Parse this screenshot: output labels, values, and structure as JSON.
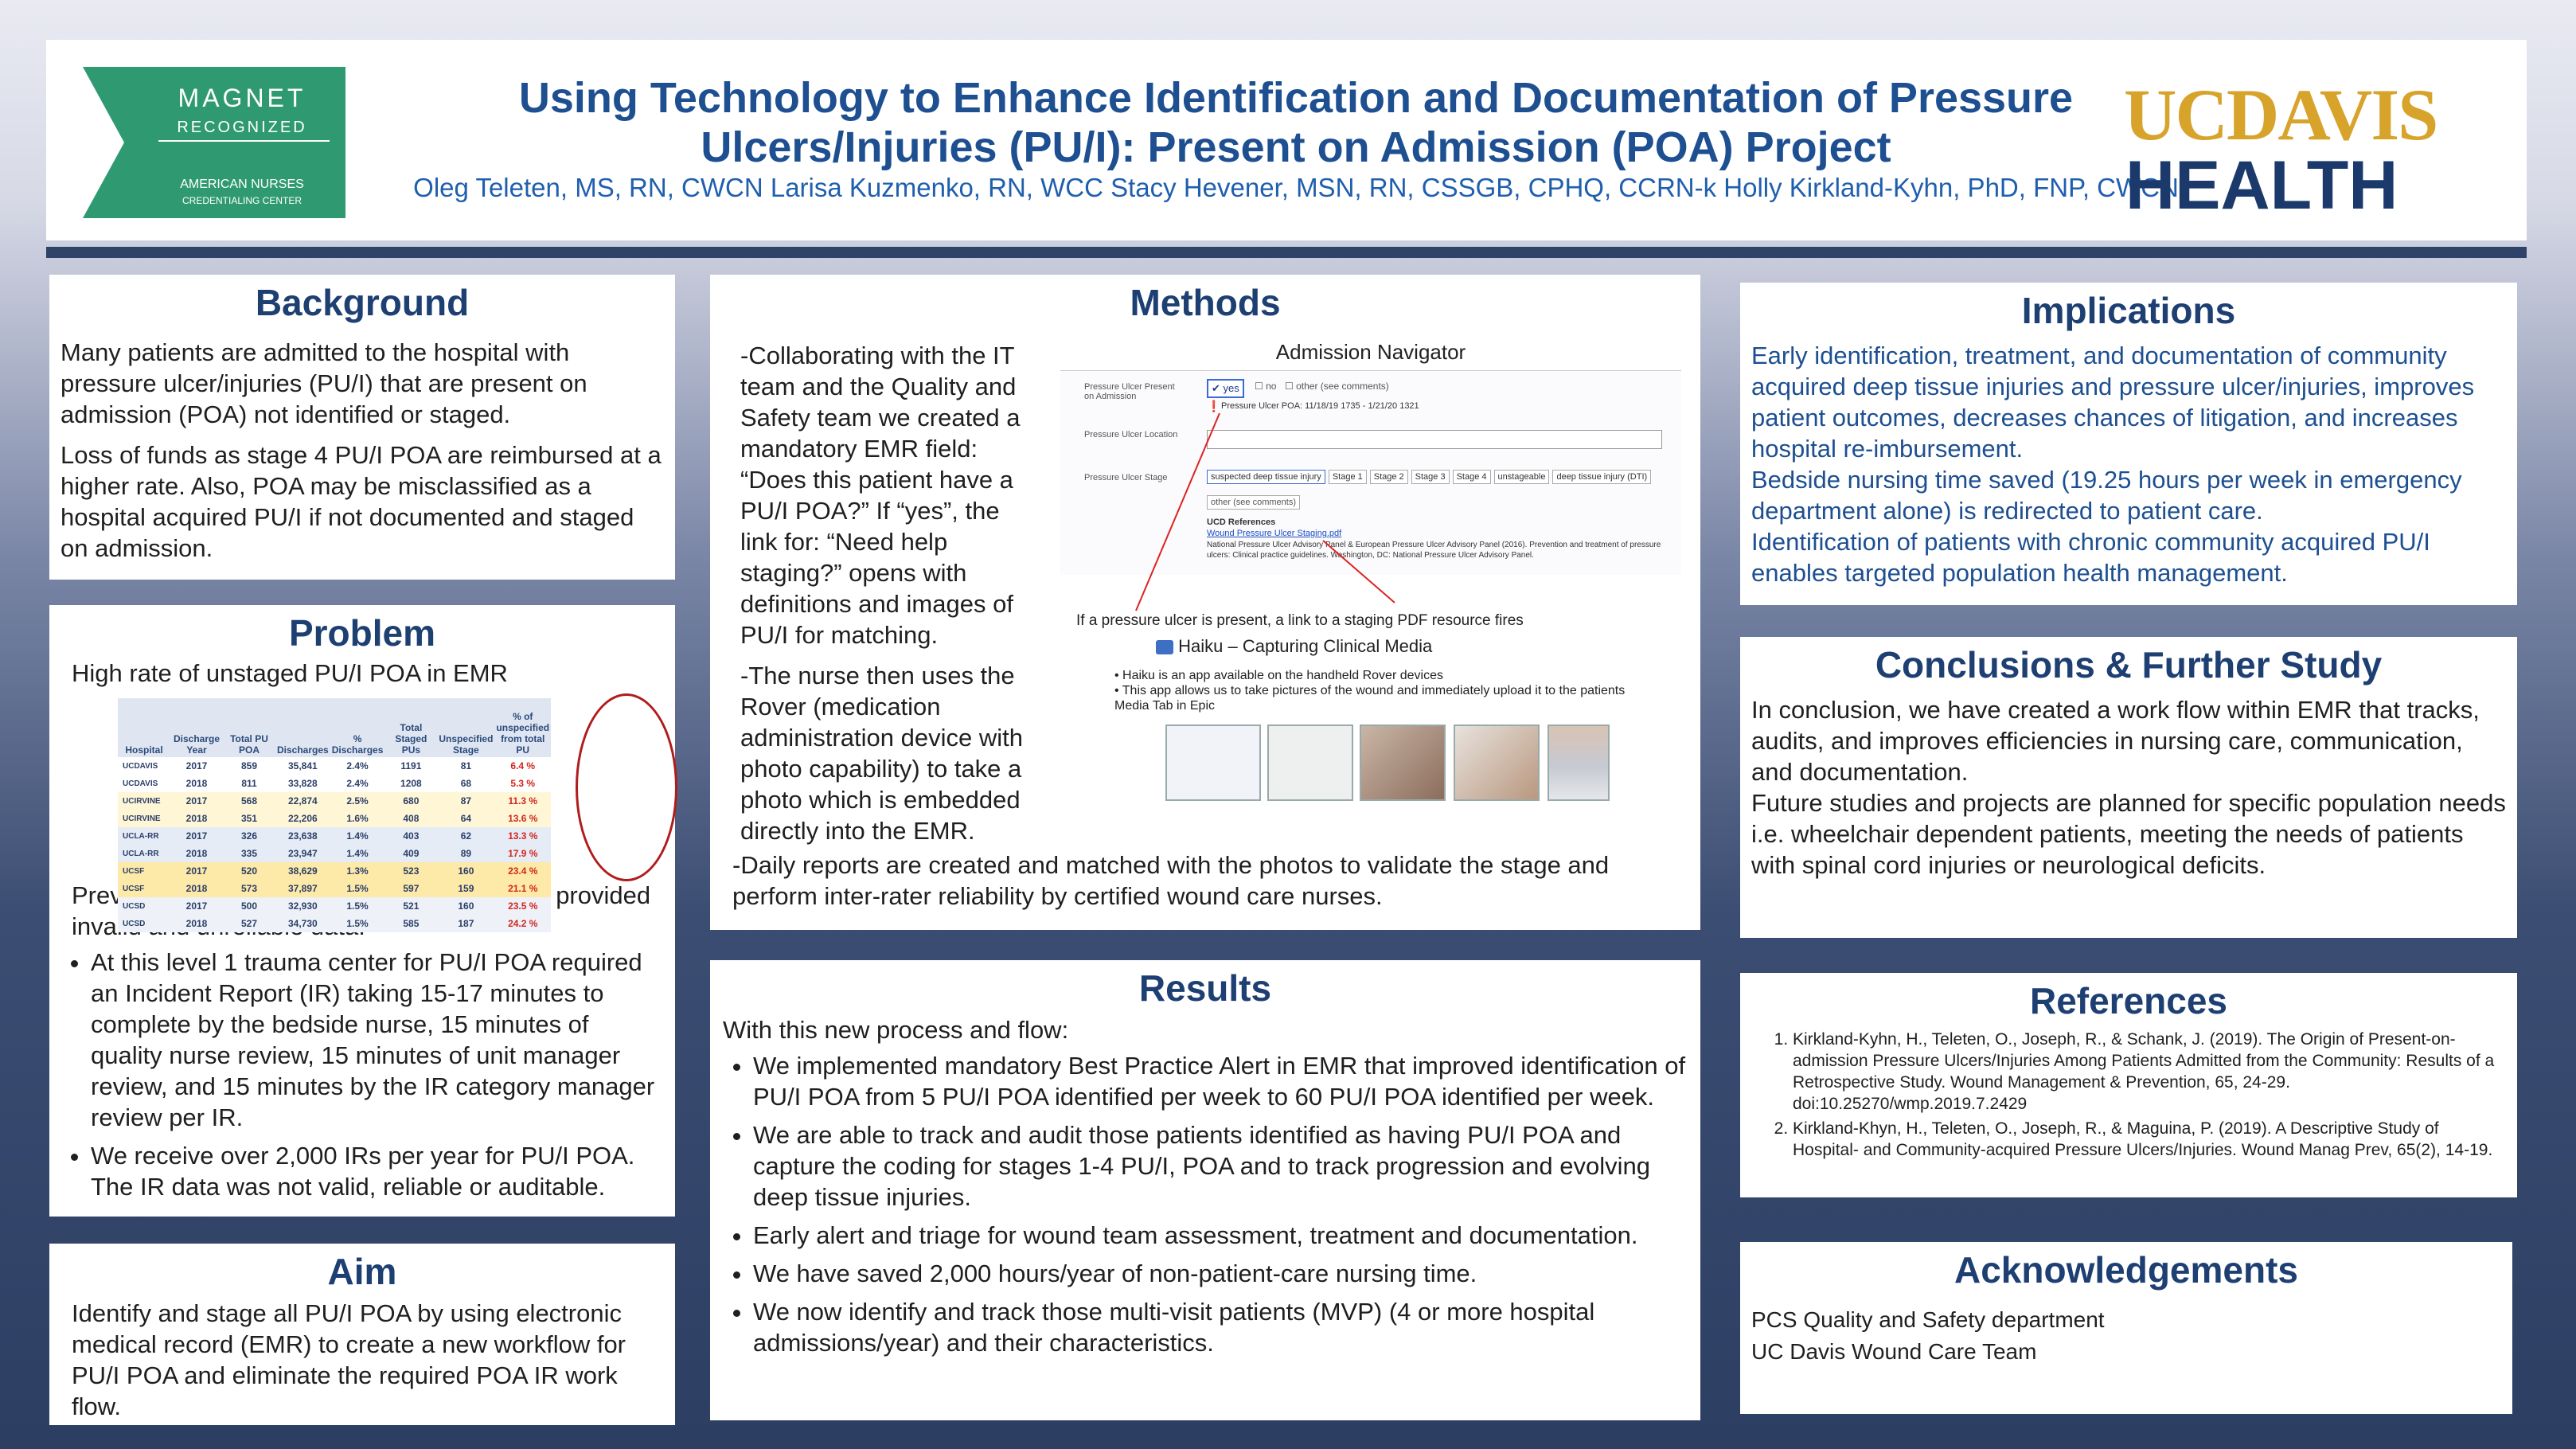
{
  "header": {
    "title": "Using Technology to Enhance Identification and Documentation of Pressure Ulcers/Injuries (PU/I): Present on Admission (POA) Project",
    "authors": "Oleg Teleten, MS, RN, CWCN  Larisa Kuzmenko, RN, WCC  Stacy Hevener, MSN, RN, CSSGB, CPHQ, CCRN-k  Holly Kirkland-Kyhn, PhD, FNP, CWCN",
    "magnet_logo_text": [
      "MAGNET",
      "RECOGNIZED",
      "AMERICAN NURSES",
      "CREDENTIALING CENTER"
    ],
    "ucd_logo": [
      "UCDAVIS",
      "HEALTH"
    ]
  },
  "background": {
    "heading": "Background",
    "p1": "Many patients are admitted to the hospital with pressure ulcer/injuries (PU/I) that are present on admission (POA) not identified or staged.",
    "p2": "Loss of funds as stage 4 PU/I POA are reimbursed at a higher rate. Also,  POA may be misclassified as a hospital acquired PU/I if not documented and staged on admission."
  },
  "problem": {
    "heading": "Problem",
    "intro": "High rate of unstaged PU/I POA in EMR",
    "table": {
      "headers": [
        "Hospital",
        "Discharge Year",
        "Total PU POA",
        "Discharges",
        "% Discharges",
        "Total Staged PUs",
        "Unspecified Stage",
        "% of unspecified from total PU"
      ],
      "rows": [
        [
          "UCDAVIS",
          "2017",
          "859",
          "35,841",
          "2.4%",
          "1191",
          "81",
          "6.4 %"
        ],
        [
          "UCDAVIS",
          "2018",
          "811",
          "33,828",
          "2.4%",
          "1208",
          "68",
          "5.3 %"
        ],
        [
          "UCIRVINE",
          "2017",
          "568",
          "22,874",
          "2.5%",
          "680",
          "87",
          "11.3 %"
        ],
        [
          "UCIRVINE",
          "2018",
          "351",
          "22,206",
          "1.6%",
          "408",
          "64",
          "13.6 %"
        ],
        [
          "UCLA-RR",
          "2017",
          "326",
          "23,638",
          "1.4%",
          "403",
          "62",
          "13.3 %"
        ],
        [
          "UCLA-RR",
          "2018",
          "335",
          "23,947",
          "1.4%",
          "409",
          "89",
          "17.9 %"
        ],
        [
          "UCSF",
          "2017",
          "520",
          "38,629",
          "1.3%",
          "523",
          "160",
          "23.4 %"
        ],
        [
          "UCSF",
          "2018",
          "573",
          "37,897",
          "1.5%",
          "597",
          "159",
          "21.1 %"
        ],
        [
          "UCSD",
          "2017",
          "500",
          "32,930",
          "1.5%",
          "521",
          "160",
          "23.5 %"
        ],
        [
          "UCSD",
          "2018",
          "527",
          "34,730",
          "1.5%",
          "585",
          "187",
          "24.2 %"
        ]
      ]
    },
    "after_table": "Previous workflow was time consuming and provided invalid and unreliable data:",
    "bullets": [
      "At this level 1 trauma center for PU/I POA required an Incident Report (IR) taking 15-17 minutes to complete by the bedside nurse, 15 minutes of quality nurse review, 15 minutes of unit manager review, and 15 minutes by the IR category manager review per IR.",
      "We receive over 2,000 IRs per year for PU/I POA. The IR data was not valid, reliable or auditable."
    ]
  },
  "aim": {
    "heading": "Aim",
    "text": "Identify and stage all PU/I POA by using electronic medical record (EMR)  to create a new workflow for PU/I POA and eliminate the required POA IR work flow."
  },
  "methods": {
    "heading": "Methods",
    "p1": "-Collaborating with the IT team and the Quality and Safety team we created a mandatory EMR field: “Does this patient have a PU/I POA?”  If “yes”, the link for: “Need help staging?” opens with definitions and images of PU/I for matching.",
    "p2": "-The nurse then uses the Rover (medication administration device with photo capability) to take a photo which is embedded directly into the EMR.",
    "p3": "-Daily reports are created and matched with the photos to validate the stage and perform inter-rater reliability by certified wound care nurses.",
    "nav": {
      "title": "Admission Navigator",
      "row1_label": "Pressure Ulcer Present on Admission",
      "yes": "yes",
      "no": "no",
      "other": "other (see comments)",
      "poa_note": "Pressure Ulcer POA: 11/18/19 1735 - 1/21/20 1321",
      "location_label": "Pressure Ulcer Location",
      "stage_label": "Pressure Ulcer Stage",
      "stages": [
        "suspected deep tissue injury",
        "Stage 1",
        "Stage 2",
        "Stage 3",
        "Stage 4",
        "unstageable",
        "deep tissue injury (DTI)"
      ],
      "other_comments": "other (see comments)",
      "refs_head": "UCD References",
      "refs_link": "Wound Pressure Ulcer Staging.pdf",
      "refs_text": "National Pressure Ulcer Advisory Panel & European Pressure Ulcer Advisory Panel (2016). Prevention and treatment of pressure ulcers: Clinical practice guidelines. Washington, DC: National Pressure Ulcer Advisory Panel.",
      "caption": "If a pressure ulcer is present, a link to a staging PDF resource fires"
    },
    "haiku": {
      "title": "Haiku – Capturing Clinical Media",
      "bullets": [
        "Haiku is an app available on the handheld Rover devices",
        "This app allows us to take pictures of the wound and immediately upload it to the patients Media Tab in Epic"
      ]
    }
  },
  "results": {
    "heading": "Results",
    "intro": "With this new process and flow:",
    "bullets": [
      "We implemented mandatory Best Practice Alert in EMR that  improved identification of PU/I POA from 5 PU/I POA identified per week to 60 PU/I POA identified per week.",
      "We are able to track and audit those patients identified as having PU/I POA and capture the coding for stages 1-4 PU/I, POA and to track progression and evolving deep tissue injuries.",
      "Early alert and triage for wound team assessment, treatment and documentation.",
      "We have saved 2,000 hours/year of non-patient-care nursing time.",
      "We now identify and track those multi-visit patients (MVP) (4 or more hospital admissions/year) and their characteristics."
    ]
  },
  "implications": {
    "heading": "Implications",
    "p1": "Early identification, treatment, and documentation of community acquired deep tissue injuries and pressure ulcer/injuries, improves patient outcomes, decreases chances of litigation, and increases hospital re-imbursement.",
    "p2": "Bedside nursing time saved (19.25 hours per week in emergency department alone) is redirected to patient care.",
    "p3": "Identification of patients with chronic community acquired PU/I enables targeted population health management."
  },
  "conclusions": {
    "heading": "Conclusions & Further Study",
    "p1": "In conclusion, we have created a work flow within EMR that tracks, audits, and improves efficiencies in nursing care, communication, and documentation.",
    "p2": "Future studies and projects are planned for specific population needs i.e. wheelchair dependent patients, meeting the needs of patients with spinal cord injuries or neurological deficits."
  },
  "references": {
    "heading": "References",
    "items": [
      "Kirkland-Kyhn, H., Teleten, O., Joseph, R., & Schank, J. (2019). The Origin of Present-on-admission Pressure Ulcers/Injuries Among Patients Admitted from the Community: Results of a Retrospective Study. Wound Management & Prevention, 65, 24-29. doi:10.25270/wmp.2019.7.2429",
      "Kirkland-Khyn, H., Teleten, O., Joseph, R., & Maguina, P. (2019). A Descriptive Study of Hospital- and Community-acquired Pressure Ulcers/Injuries. Wound Manag Prev, 65(2), 14-19."
    ]
  },
  "acknowledgements": {
    "heading": "Acknowledgements",
    "items": [
      "PCS Quality and Safety department",
      "UC Davis Wound Care Team"
    ]
  }
}
